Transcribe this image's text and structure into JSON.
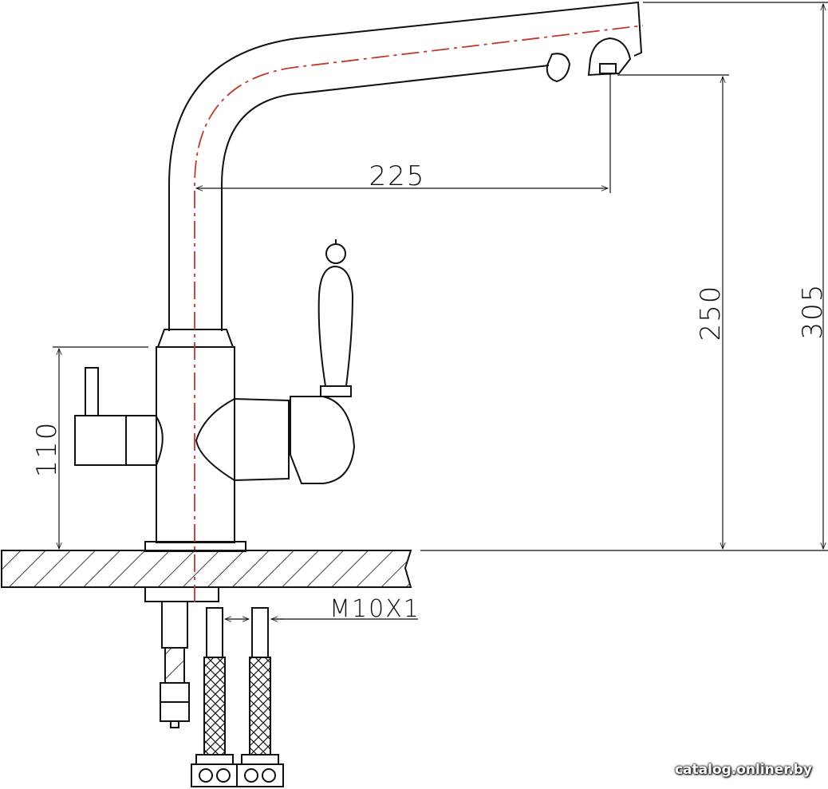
{
  "dimensions": {
    "spout_reach": "225",
    "spout_height": "250",
    "total_height": "305",
    "body_height": "110",
    "thread": "M10X1"
  },
  "watermark": "catalog.onliner.by",
  "colors": {
    "line": "#111111",
    "axis": "#c0392b",
    "background": "#ffffff"
  }
}
